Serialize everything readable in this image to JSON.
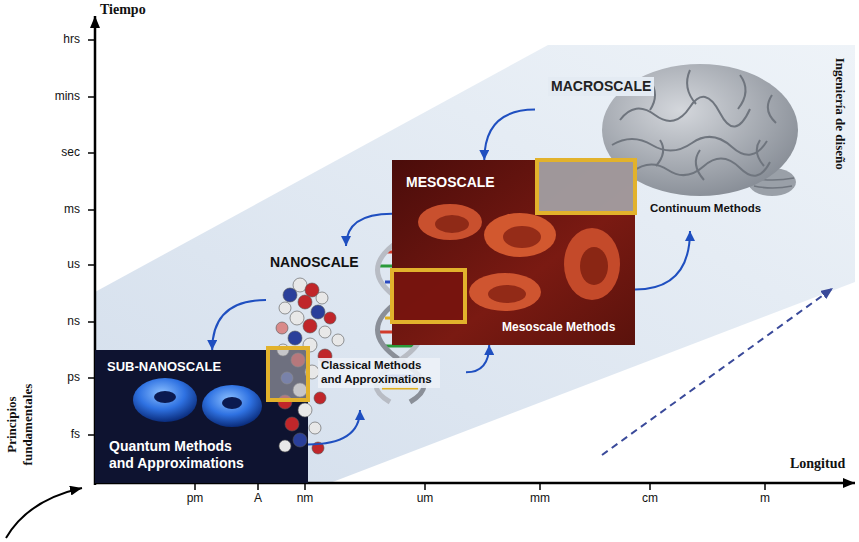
{
  "diagram": {
    "nodes": [
      {
        "text": [
          "SUB-NANOSCALE",
          "Quantum Methods and Approximations"
        ]
      },
      {
        "text": [
          "NANOSCALE",
          "Classical Methods and Approximations"
        ]
      },
      {
        "text": [
          "MESOSCALE",
          "Mesoscale Methods"
        ]
      },
      {
        "text": [
          "MACROSCALE",
          "Continuum Methods"
        ]
      }
    ],
    "edges": [
      {
        "from": 0,
        "to": 1,
        "arrow": "to"
      },
      {
        "from": 1,
        "to": 0,
        "arrow": "to"
      },
      {
        "from": 1,
        "to": 2,
        "arrow": "to"
      },
      {
        "from": 2,
        "to": 1,
        "arrow": "to"
      },
      {
        "from": 2,
        "to": 3,
        "arrow": "to"
      },
      {
        "from": 3,
        "to": 2,
        "arrow": "to"
      }
    ],
    "labels": [
      "Tiempo",
      "hrs",
      "mins",
      "sec",
      "ms",
      "us",
      "ns",
      "ps",
      "fs",
      "Ingeniería de diseño",
      "Principios fundamentales",
      "Longitud",
      "pm",
      "A",
      "nm",
      "um",
      "mm",
      "cm",
      "m"
    ]
  }
}
